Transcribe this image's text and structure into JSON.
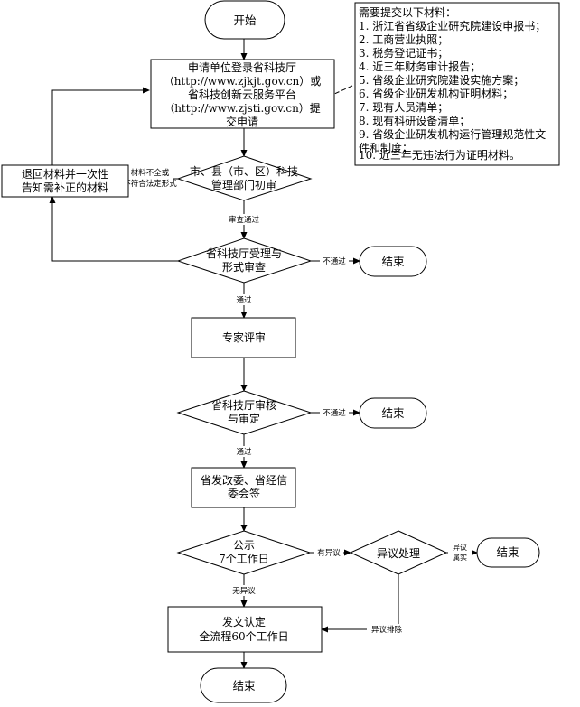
{
  "nodes": {
    "start": "开始",
    "apply": [
      "申请单位登录省科技厅",
      "（http://www.zjkjt.gov.cn）或",
      "省科技创新云服务平台",
      "（http://www.zjsti.gov.cn）提",
      "交申请"
    ],
    "materials_title": "需要提交以下材料：",
    "materials": [
      "1. 浙江省省级企业研究院建设申报书；",
      "2. 工商营业执照；",
      "3. 税务登记证书；",
      "4. 近三年财务审计报告；",
      "5. 省级企业研究院建设实施方案；",
      "6. 省级企业研发机构证明材料；",
      "7. 现有人员清单；",
      "8. 现有科研设备清单；",
      "9. 省级企业研发机构运行管理规范性文",
      "件和制度；",
      "10. 近三年无违法行为证明材料。"
    ],
    "local_review": [
      "市、县（市、区）科技",
      "管理部门初审"
    ],
    "return_materials": [
      "退回材料并一次性",
      "告知需补正的材料"
    ],
    "province_accept": [
      "省科技厅受理与",
      "形式审查"
    ],
    "expert_review": "专家评审",
    "province_audit": [
      "省科技厅审核",
      "与审定"
    ],
    "joint_sign": [
      "省发改委、省经信",
      "委会签"
    ],
    "publicity": [
      "公示",
      "7个工作日"
    ],
    "objection_handling": "异议处理",
    "final": [
      "发文认定",
      "全流程60个工作日"
    ],
    "end": "结束"
  },
  "edges": {
    "incomplete": [
      "材料不全或",
      "不符合法定形式"
    ],
    "review_passed": "审查通过",
    "not_passed": "不通过",
    "passed": "通过",
    "has_objection": "有异议",
    "no_objection": "无异议",
    "objection_true": [
      "异议",
      "属实"
    ],
    "objection_cleared": "异议排除"
  }
}
